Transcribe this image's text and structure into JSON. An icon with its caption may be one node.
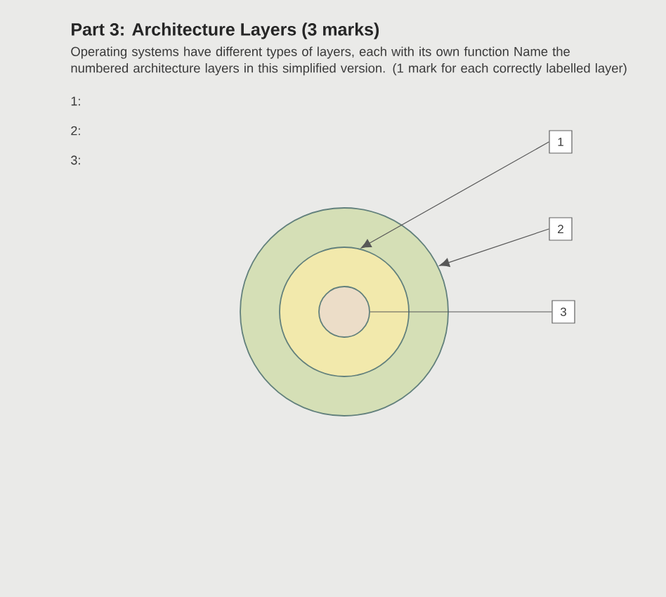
{
  "diagram": {
    "title": "Part 3: Architecture Layers (3 marks)",
    "nodes": [
      {
        "text": [],
        "shape": "circle"
      },
      {
        "text": [],
        "shape": "circle",
        "in": 0
      },
      {
        "text": [],
        "shape": "circle",
        "in": 1
      },
      {
        "text": [
          "1"
        ]
      },
      {
        "text": [
          "2"
        ]
      },
      {
        "text": [
          "3"
        ]
      }
    ],
    "edges": [
      {
        "from": 3,
        "to": 1,
        "arrow": "to"
      },
      {
        "from": 4,
        "to": 0,
        "arrow": "to"
      },
      {
        "from": 5,
        "to": 2,
        "arrow": "none"
      }
    ],
    "labels": [
      "Operating systems have different types of layers, each with its own function Name the numbered architecture layers in this simplified version. (1 mark for each correctly labelled layer)",
      "1:",
      "2:",
      "3:"
    ]
  }
}
